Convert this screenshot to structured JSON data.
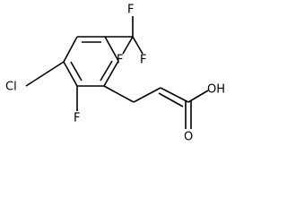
{
  "molecule": {
    "atoms": {
      "f1": "F",
      "f2": "F",
      "f3": "F",
      "cl": "Cl",
      "f_ring": "F",
      "oh": "OH",
      "o": "O"
    },
    "colors": {
      "bond": "#000000",
      "label": "#000000",
      "background": "#ffffff"
    }
  }
}
